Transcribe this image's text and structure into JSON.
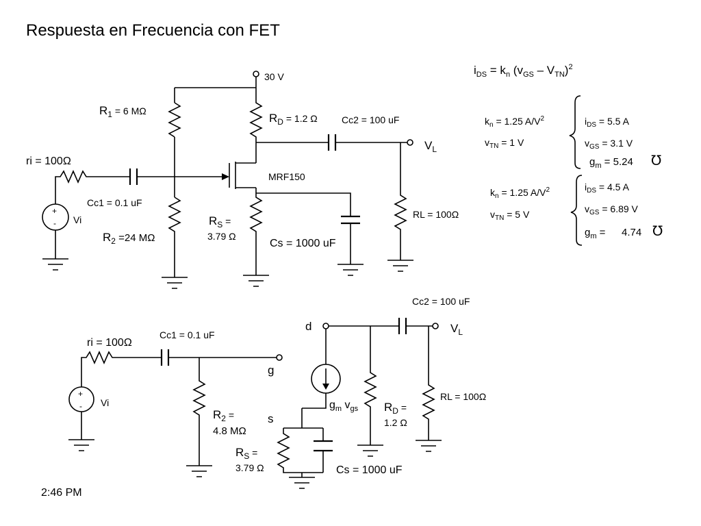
{
  "title": "Respuesta en Frecuencia con FET",
  "time": "2:46 PM",
  "top_circuit": {
    "vdd": "30 V",
    "r1": {
      "sym": "R",
      "sub": "1",
      "val": " = 6 MΩ"
    },
    "rd": {
      "sym": "R",
      "sub": "D",
      "val": " = 1.2 Ω"
    },
    "cc2": "Cc2 = 100 uF",
    "vl": {
      "sym": "V",
      "sub": "L"
    },
    "ri": "ri = 100Ω",
    "transistor": "MRF150",
    "cc1": "Cc1 = 0.1 uF",
    "vi": "Vi",
    "rs_line1": {
      "sym": "R",
      "sub": "S",
      "val": " ="
    },
    "rs_line2": "3.79 Ω",
    "rl": "RL = 100Ω",
    "r2": {
      "sym": "R",
      "sub": "2",
      "val": " =24 MΩ"
    },
    "cs": "Cs = 1000 uF"
  },
  "equations": {
    "ids_eq": {
      "a": "i",
      "a_sub": "DS",
      "b": " = k",
      "b_sub": "n",
      "c": " (v",
      "c_sub": "GS",
      "d": " – V",
      "d_sub": "TN",
      "e": ")",
      "e_sup": "2"
    },
    "set1": {
      "kn": {
        "sym": "k",
        "sub": "n",
        "val": " = 1.25 A/V",
        "sup": "2"
      },
      "vtn": {
        "sym": "v",
        "sub": "TN",
        "val": " = 1 V"
      },
      "ids": {
        "sym": "i",
        "sub": "DS",
        "val": " = 5.5 A"
      },
      "vgs": {
        "sym": "v",
        "sub": "GS",
        "val": " = 3.1 V"
      },
      "gm": {
        "sym": "g",
        "sub": "m",
        "val": " = 5.24"
      },
      "unit": "℧"
    },
    "set2": {
      "kn": {
        "sym": "k",
        "sub": "n",
        "val": " = 1.25 A/V",
        "sup": "2"
      },
      "vtn": {
        "sym": "v",
        "sub": "TN",
        "val": " = 5 V"
      },
      "ids": {
        "sym": "i",
        "sub": "DS",
        "val": " = 4.5 A"
      },
      "vgs": {
        "sym": "v",
        "sub": "GS",
        "val": " = 6.89 V"
      },
      "gm": {
        "sym": "g",
        "sub": "m",
        "val": " = ",
        "val2": "4.74"
      },
      "unit": "℧"
    }
  },
  "bottom_circuit": {
    "cc2": "Cc2 = 100 uF",
    "d": "d",
    "vl": {
      "sym": "V",
      "sub": "L"
    },
    "ri": "ri = 100Ω",
    "cc1": "Cc1 = 0.1 uF",
    "g": "g",
    "vi": "Vi",
    "gm_vgs": {
      "a": "g",
      "a_sub": "m",
      "b": " v",
      "b_sub": "gs"
    },
    "rd_line1": {
      "sym": "R",
      "sub": "D",
      "val": " ="
    },
    "rd_line2": "1.2 Ω",
    "rl": "RL = 100Ω",
    "r2_line1": {
      "sym": "R",
      "sub": "2",
      "val": " ="
    },
    "r2_line2": "4.8 MΩ",
    "s": "s",
    "rs_line1": {
      "sym": "R",
      "sub": "S",
      "val": " ="
    },
    "rs_line2": "3.79 Ω",
    "cs": "Cs = 1000 uF"
  },
  "source_polarity": {
    "plus": "+",
    "minus": "-"
  }
}
